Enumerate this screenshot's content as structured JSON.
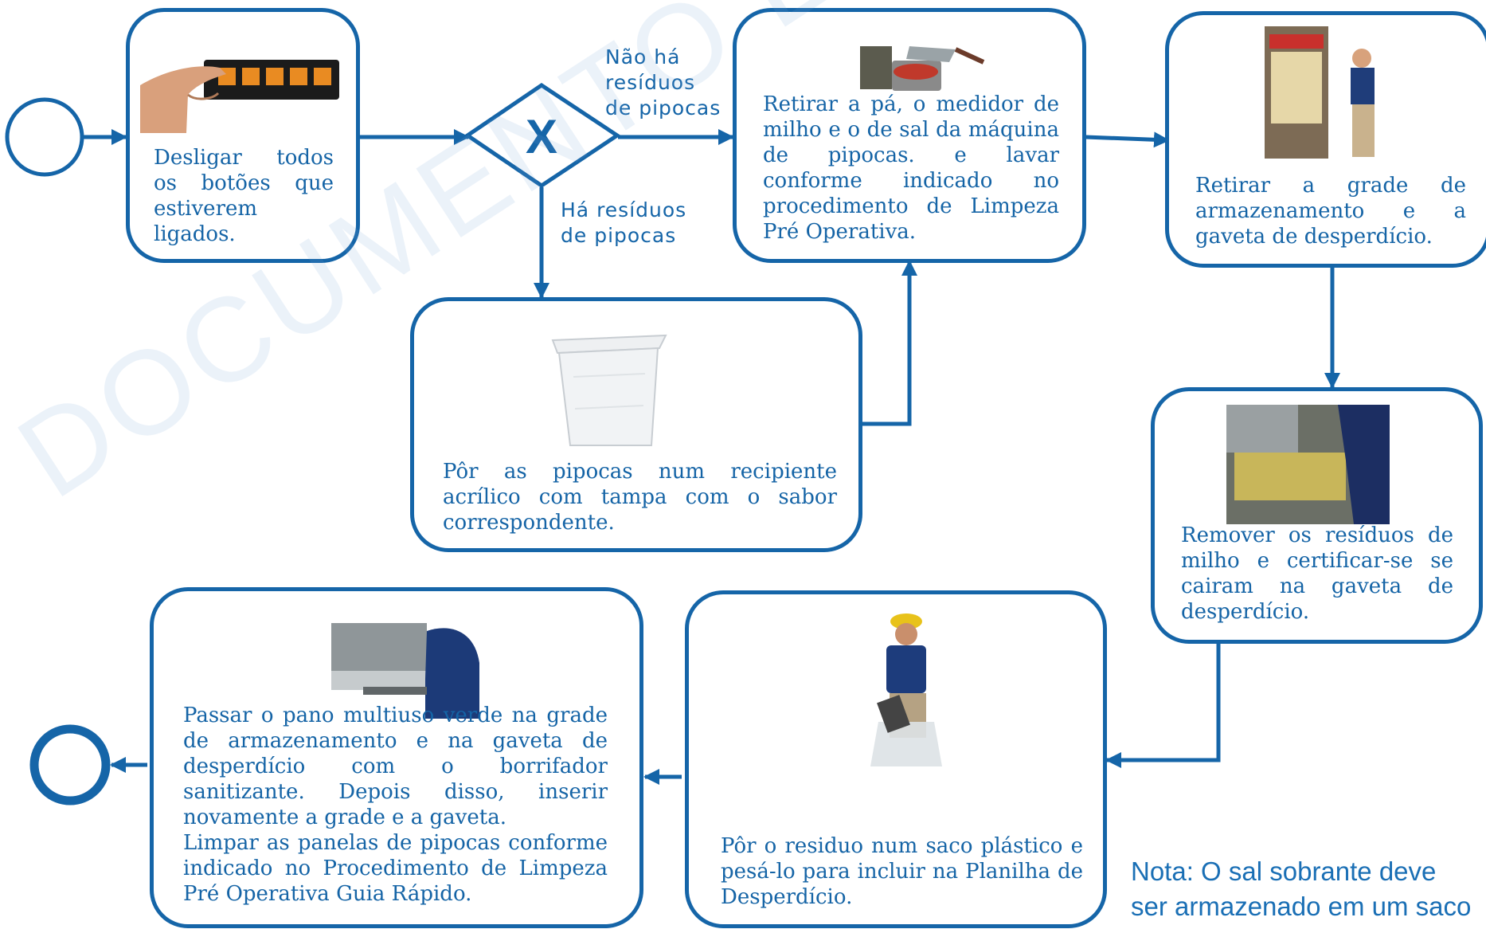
{
  "watermark": "DOCUMENTO EM REVISÃO",
  "gateway": {
    "symbol": "X"
  },
  "edge_labels": {
    "no_residue": "Não há\nresíduos\nde pipocas",
    "has_residue": "Há resíduos\nde pipocas"
  },
  "steps": {
    "turn_off": "Desligar todos os botões que estiverem ligados.",
    "remove_tools": "Retirar a pá, o medidor de milho e o de sal da máquina de pipocas. e lavar conforme indicado no procedimento de Limpeza Pré Operativa.",
    "store_popcorn": "Pôr as pipocas num recipiente acrílico com tampa com o sabor correspondente.",
    "remove_grate": "Retirar a grade de armazenamento e a gaveta de desperdício.",
    "remove_residue": "Remover os resíduos de milho e certificar-se se cairam na gaveta de desperdício.",
    "weigh_residue": "Pôr o residuo num saco plástico e pesá-lo para incluir na Planilha de Desperdício.",
    "clean_grate_line1": "Passar o pano multiuso verde na grade de armazenamento e na gaveta de desperdício com o borrifador sanitizante. Depois disso, inserir novamente a grade e a gaveta.",
    "clean_grate_line2": "Limpar as panelas de pipocas conforme indicado no Procedimento de Limpeza Pré Operativa Guia Rápido."
  },
  "note": "Nota: O sal sobrante deve\nser armazenado em um saco",
  "colors": {
    "primary": "#1565a8",
    "text": "#1564a6"
  }
}
